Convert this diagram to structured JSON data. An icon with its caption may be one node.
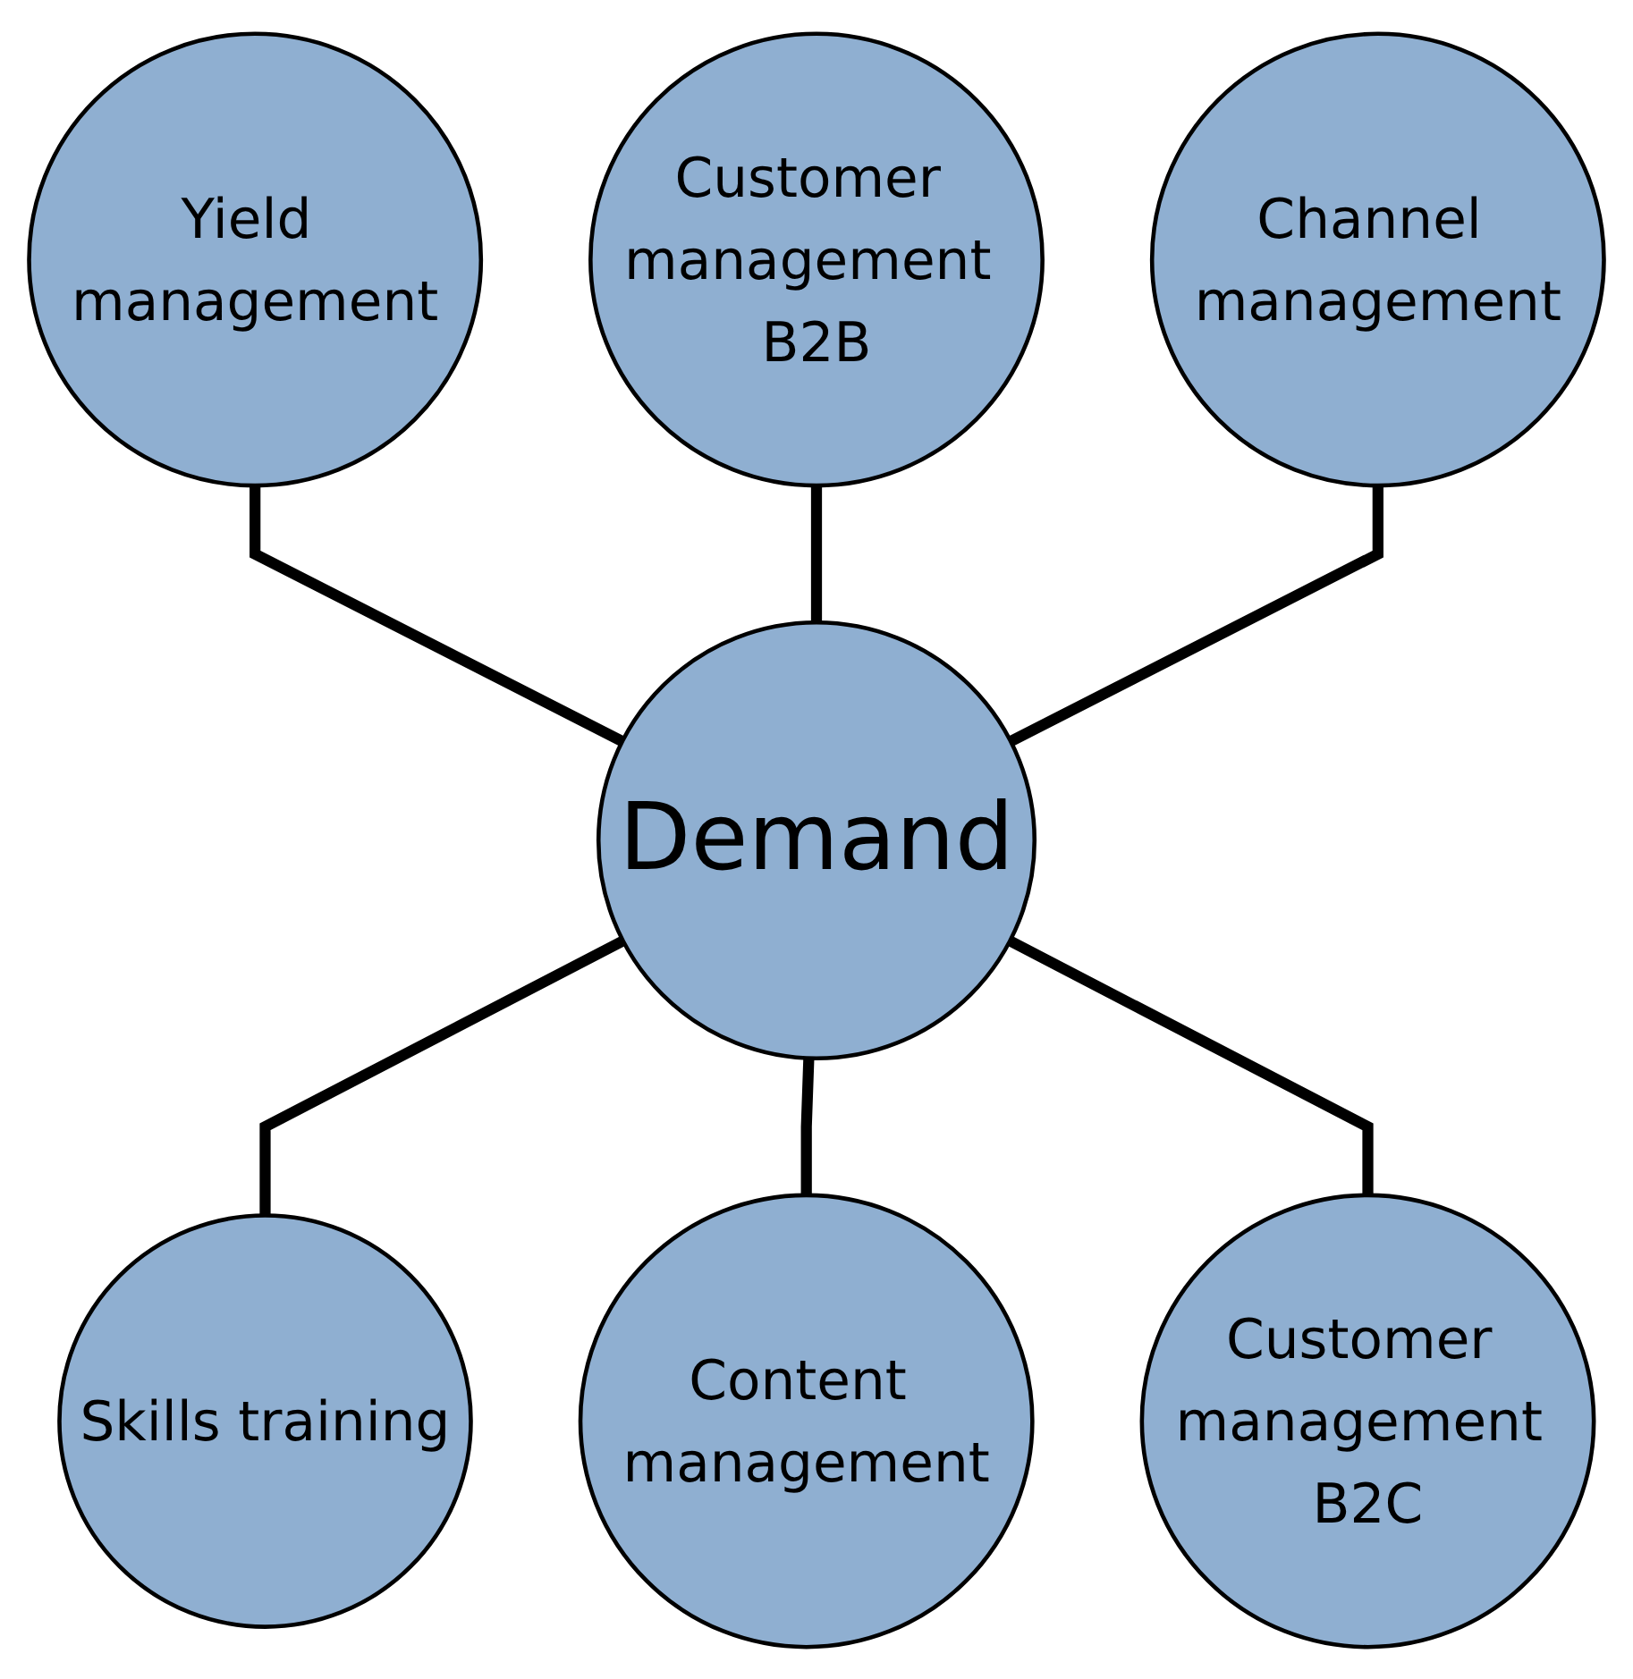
{
  "diagram": {
    "nodes": [
      {
        "text": [
          "Yield management"
        ]
      },
      {
        "text": [
          "Customer management B2B"
        ]
      },
      {
        "text": [
          "Channel management"
        ]
      },
      {
        "text": [
          "Demand"
        ]
      },
      {
        "text": [
          "Skills training"
        ]
      },
      {
        "text": [
          "Content management"
        ]
      },
      {
        "text": [
          "Customer management B2C"
        ]
      }
    ],
    "edges": [
      {
        "from": 0,
        "to": 3,
        "arrow": "none"
      },
      {
        "from": 1,
        "to": 3,
        "arrow": "none"
      },
      {
        "from": 2,
        "to": 3,
        "arrow": "none"
      },
      {
        "from": 3,
        "to": 4,
        "arrow": "none"
      },
      {
        "from": 3,
        "to": 5,
        "arrow": "none"
      },
      {
        "from": 3,
        "to": 6,
        "arrow": "none"
      }
    ]
  }
}
